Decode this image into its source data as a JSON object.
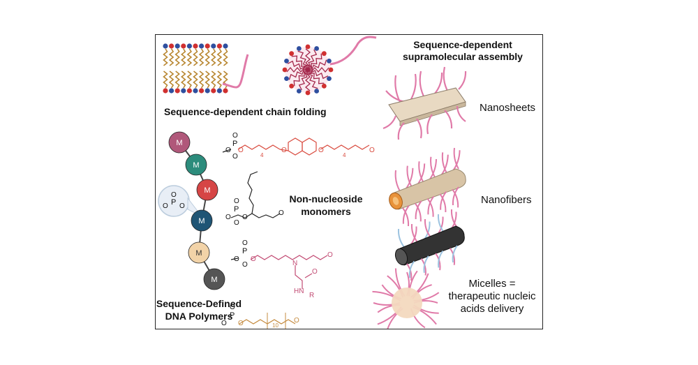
{
  "labels": {
    "assembly_title_line1": "Sequence-dependent",
    "assembly_title_line2": "supramolecular assembly",
    "chain_folding": "Sequence-dependent chain folding",
    "nonnucleoside_line1": "Non-nucleoside",
    "nonnucleoside_line2": "monomers",
    "dna_polymers_line1": "Sequence-Defined",
    "dna_polymers_line2": "DNA Polymers",
    "nanosheets": "Nanosheets",
    "nanofibers": "Nanofibers",
    "micelles_line1": "Micelles =",
    "micelles_line2": "therapeutic nucleic",
    "micelles_line3": "acids delivery"
  },
  "monomer_bead_label": "M",
  "monomer_beads": [
    {
      "label": "M",
      "color": "#b0587a"
    },
    {
      "label": "M",
      "color": "#2c8c7c"
    },
    {
      "label": "M",
      "color": "#d64545"
    },
    {
      "label": "M",
      "color": "#1f5575"
    },
    {
      "label": "M",
      "color": "#f2d3a8"
    },
    {
      "label": "M",
      "color": "#555555"
    }
  ],
  "chem_text": {
    "phosphorus": "P",
    "oxygen": "O",
    "nitrogen": "N",
    "amide_nh": "HN",
    "r_group": "R",
    "subscript_4": "4",
    "subscript_10": "10"
  },
  "colors": {
    "pink": "#e07aa8",
    "dark_red": "#a3264a",
    "lipid_tail": "#b8862f",
    "head_blue": "#2f4f9f",
    "head_red": "#d03030",
    "sheet": "#e8d9c2",
    "fiber": "#d8c4a6",
    "fiber_end": "#e8923a",
    "dark_fiber": "#333333",
    "light_blue": "#9cc3e0",
    "micelle_core": "#f3d9bf",
    "chem_black": "#222222",
    "chem_red": "#d94b3f",
    "chem_pink": "#c24b73",
    "chem_tan": "#c58b3f"
  }
}
